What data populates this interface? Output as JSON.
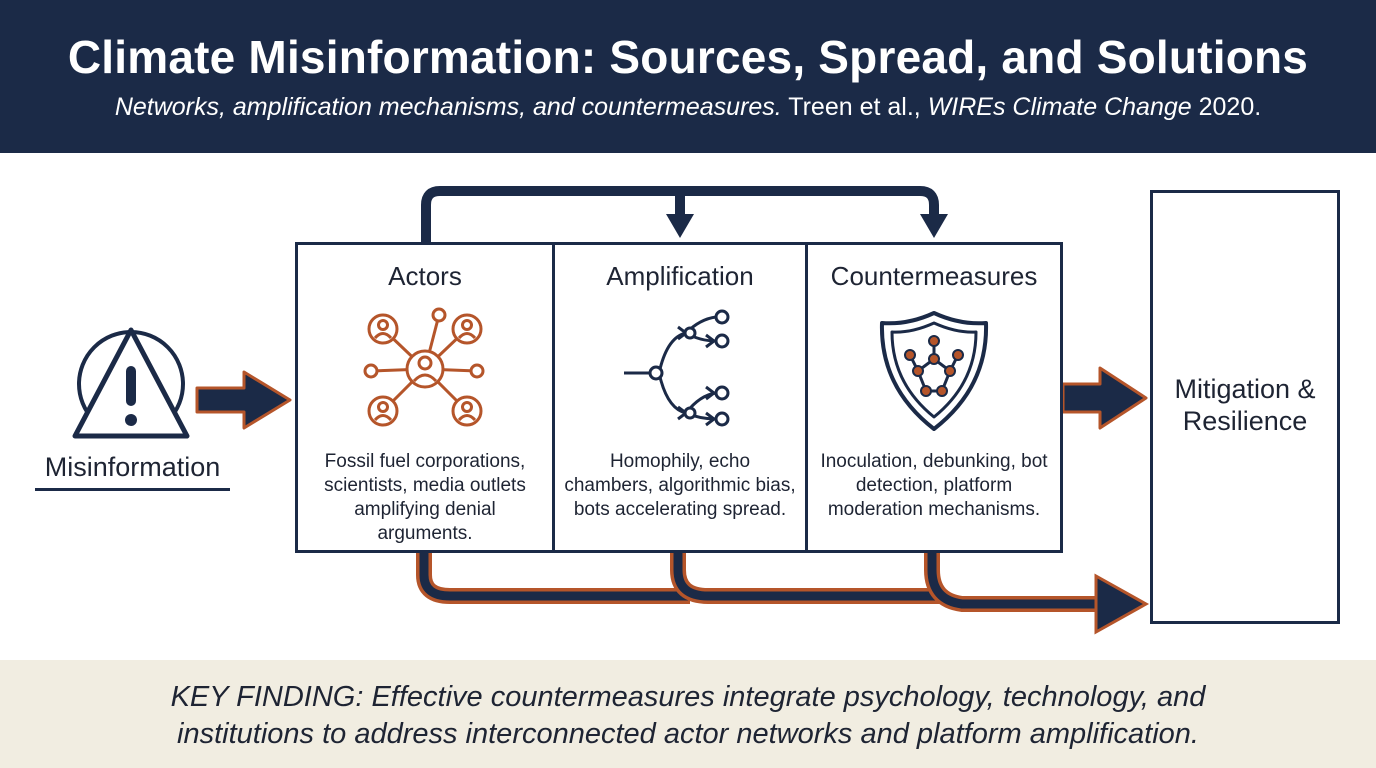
{
  "header": {
    "title": "Climate Misinformation: Sources, Spread, and Solutions",
    "subtitle_italic": "Networks, amplification mechanisms, and countermeasures.",
    "subtitle_authors": " Treen et al., ",
    "subtitle_journal": "WIREs Climate Change",
    "subtitle_year": " 2020."
  },
  "source": {
    "label": "Misinformation",
    "icon": "warning-triangle-icon"
  },
  "panels": [
    {
      "title": "Actors",
      "icon": "people-network-icon",
      "description": "Fossil fuel corporations, scientists, media outlets amplifying denial arguments."
    },
    {
      "title": "Amplification",
      "icon": "branching-spread-icon",
      "description": "Homophily, echo chambers, algorithmic bias, bots accelerating spread."
    },
    {
      "title": "Countermeasures",
      "icon": "shield-network-icon",
      "description": "Inoculation, debunking, bot detection, platform moderation mechanisms."
    }
  ],
  "outcome": {
    "line1": "Mitigation &",
    "line2": "Resilience"
  },
  "footer": {
    "line1": "KEY FINDING: Effective countermeasures integrate psychology, technology, and",
    "line2": "institutions to address interconnected actor networks and platform amplification."
  },
  "colors": {
    "navy": "#1b2a47",
    "copper": "#b5552a",
    "footer_bg": "#f1ede1"
  }
}
